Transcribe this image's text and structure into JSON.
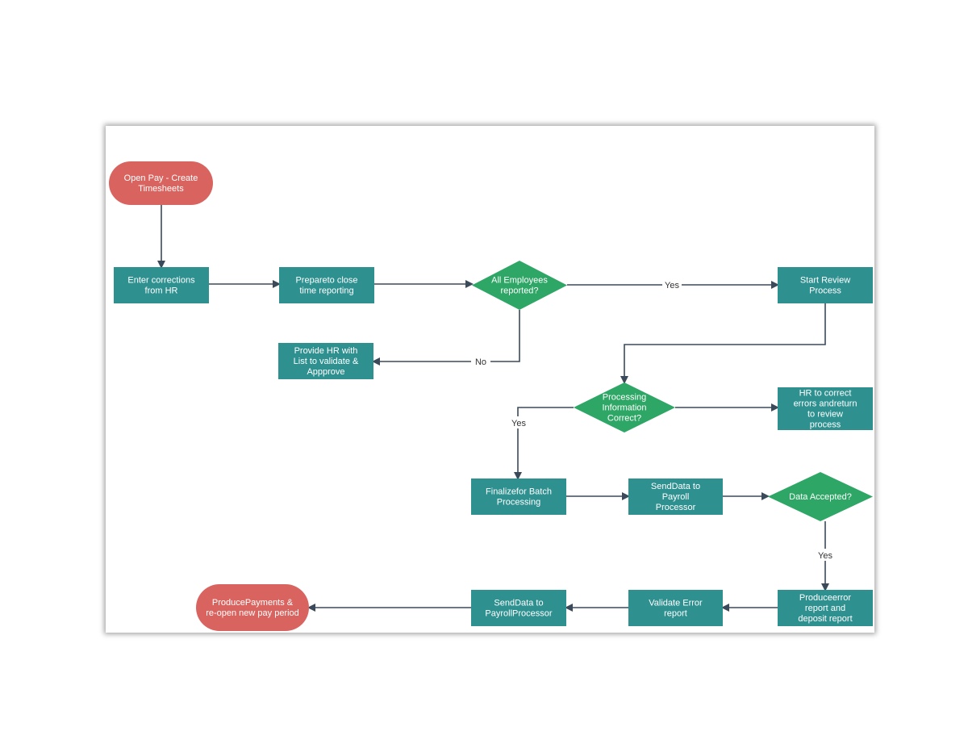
{
  "colors": {
    "terminal": "#d9645f",
    "process": "#2f9090",
    "decision": "#2ea665",
    "edge": "#3b4a5a",
    "text": "#ffffff"
  },
  "nodes": [
    {
      "id": "open-pay",
      "kind": "terminal",
      "lines": [
        "Open Pay - Create",
        "Timesheets"
      ]
    },
    {
      "id": "enter-corrections",
      "kind": "process",
      "lines": [
        "Enter corrections",
        "from HR"
      ]
    },
    {
      "id": "prepare-close",
      "kind": "process",
      "lines": [
        "Prepareto close",
        "time reporting"
      ]
    },
    {
      "id": "all-employees",
      "kind": "decision",
      "lines": [
        "All Employees",
        "reported?"
      ]
    },
    {
      "id": "start-review",
      "kind": "process",
      "lines": [
        "Start Review",
        "Process"
      ]
    },
    {
      "id": "provide-hr",
      "kind": "process",
      "lines": [
        "Provide HR with",
        "List to validate &",
        "Appprove"
      ]
    },
    {
      "id": "processing-correct",
      "kind": "decision",
      "lines": [
        "Processing",
        "Information",
        "Correct?"
      ]
    },
    {
      "id": "hr-correct",
      "kind": "process",
      "lines": [
        "HR to correct",
        "errors andreturn",
        "to review",
        "process"
      ]
    },
    {
      "id": "finalize-batch",
      "kind": "process",
      "lines": [
        "Finalizefor Batch",
        "Processing"
      ]
    },
    {
      "id": "send-data-1",
      "kind": "process",
      "lines": [
        "SendData to",
        "Payroll",
        "Processor"
      ]
    },
    {
      "id": "data-accepted",
      "kind": "decision",
      "lines": [
        "Data Accepted?"
      ]
    },
    {
      "id": "produce-error",
      "kind": "process",
      "lines": [
        "Produceerror",
        "report and",
        "deposit report"
      ]
    },
    {
      "id": "validate-error",
      "kind": "process",
      "lines": [
        "Validate Error",
        "report"
      ]
    },
    {
      "id": "send-data-2",
      "kind": "process",
      "lines": [
        "SendData to",
        "PayrollProcessor"
      ]
    },
    {
      "id": "produce-payments",
      "kind": "terminal",
      "lines": [
        "ProducePayments &",
        "re-open new pay period"
      ]
    }
  ],
  "edges": [
    {
      "from": "open-pay",
      "to": "enter-corrections",
      "label": ""
    },
    {
      "from": "enter-corrections",
      "to": "prepare-close",
      "label": ""
    },
    {
      "from": "prepare-close",
      "to": "all-employees",
      "label": ""
    },
    {
      "from": "all-employees",
      "to": "start-review",
      "label": "Yes"
    },
    {
      "from": "all-employees",
      "to": "provide-hr",
      "label": "No"
    },
    {
      "from": "start-review",
      "to": "processing-correct",
      "label": ""
    },
    {
      "from": "processing-correct",
      "to": "hr-correct",
      "label": ""
    },
    {
      "from": "processing-correct",
      "to": "finalize-batch",
      "label": "Yes"
    },
    {
      "from": "finalize-batch",
      "to": "send-data-1",
      "label": ""
    },
    {
      "from": "send-data-1",
      "to": "data-accepted",
      "label": ""
    },
    {
      "from": "data-accepted",
      "to": "produce-error",
      "label": "Yes"
    },
    {
      "from": "produce-error",
      "to": "validate-error",
      "label": ""
    },
    {
      "from": "validate-error",
      "to": "send-data-2",
      "label": ""
    },
    {
      "from": "send-data-2",
      "to": "produce-payments",
      "label": ""
    }
  ]
}
